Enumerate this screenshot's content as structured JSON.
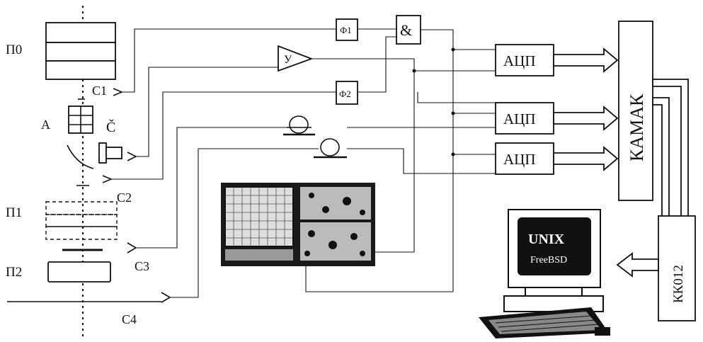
{
  "labels": {
    "p0": "П0",
    "p1": "П1",
    "p2": "П2",
    "a": "А",
    "c_cherenkov": "Č",
    "s1": "С1",
    "s2": "С2",
    "s3": "С3",
    "s4": "С4",
    "phi1": "Ф1",
    "phi2": "Ф2",
    "and": "&",
    "amp": "У",
    "adc1": "АЦП",
    "adc2": "АЦП",
    "adc3": "АЦП",
    "camac": "КАМАК",
    "kk012": "КК012",
    "os_name": "UNIX",
    "os_sub": "FreeBSD"
  },
  "icons": {
    "oscilloscope": "oscilloscope-icon",
    "computer": "computer-icon",
    "delay_lines": "delay-line-icon"
  },
  "colors": {
    "ink": "#111111",
    "background": "#ffffff",
    "screen": "#1a1a1a"
  }
}
